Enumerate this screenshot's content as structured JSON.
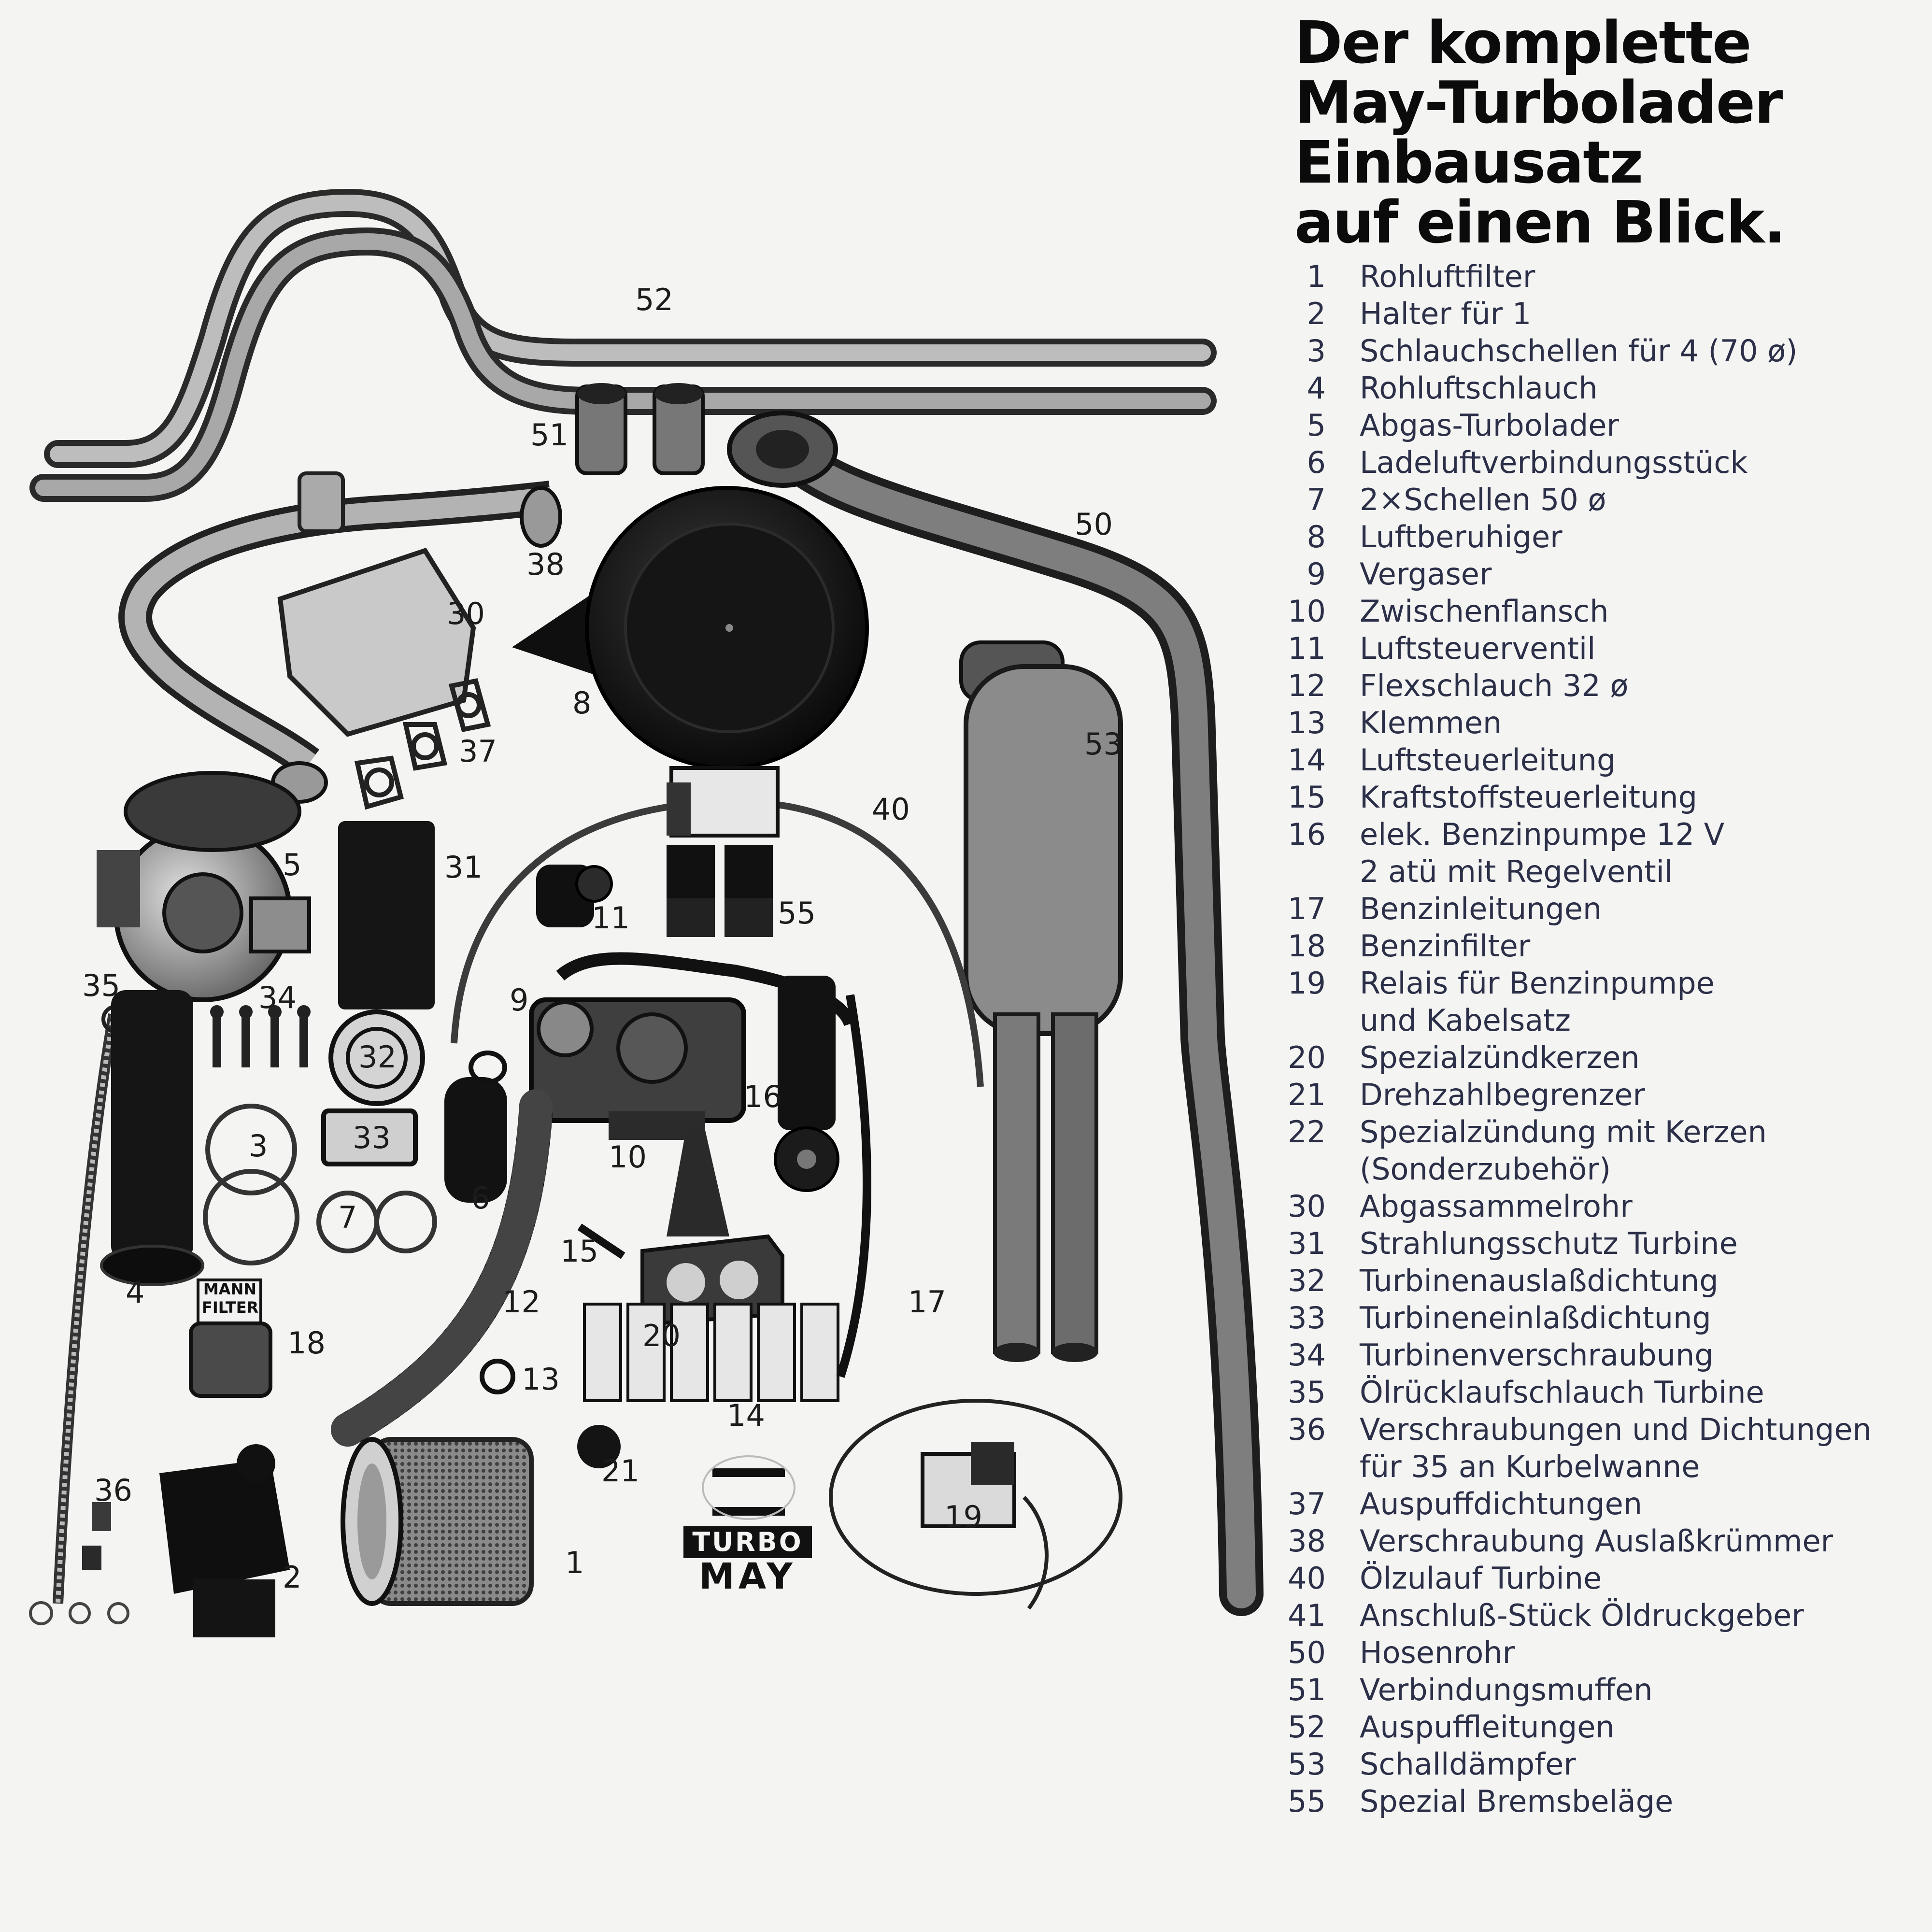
{
  "title": {
    "lines": [
      "Der komplette",
      "May-Turbolader",
      "Einbausatz",
      "auf einen Blick."
    ]
  },
  "legend": [
    {
      "n": "1",
      "label": "Rohluftfilter"
    },
    {
      "n": "2",
      "label": "Halter für 1"
    },
    {
      "n": "3",
      "label": "Schlauchschellen für 4 (70 ø)"
    },
    {
      "n": "4",
      "label": "Rohluftschlauch"
    },
    {
      "n": "5",
      "label": "Abgas-Turbolader"
    },
    {
      "n": "6",
      "label": "Ladeluftverbindungsstück"
    },
    {
      "n": "7",
      "label": "2×Schellen 50 ø"
    },
    {
      "n": "8",
      "label": "Luftberuhiger"
    },
    {
      "n": "9",
      "label": "Vergaser"
    },
    {
      "n": "10",
      "label": "Zwischenflansch"
    },
    {
      "n": "11",
      "label": "Luftsteuerventil"
    },
    {
      "n": "12",
      "label": "Flexschlauch 32 ø"
    },
    {
      "n": "13",
      "label": "Klemmen"
    },
    {
      "n": "14",
      "label": "Luftsteuerleitung"
    },
    {
      "n": "15",
      "label": "Kraftstoffsteuerleitung"
    },
    {
      "n": "16",
      "label": "elek. Benzinpumpe 12 V"
    },
    {
      "n": "",
      "label": "2 atü mit Regelventil"
    },
    {
      "n": "17",
      "label": "Benzinleitungen"
    },
    {
      "n": "18",
      "label": "Benzinfilter"
    },
    {
      "n": "19",
      "label": "Relais für Benzinpumpe"
    },
    {
      "n": "",
      "label": "und Kabelsatz"
    },
    {
      "n": "20",
      "label": "Spezialzündkerzen"
    },
    {
      "n": "21",
      "label": "Drehzahlbegrenzer"
    },
    {
      "n": "22",
      "label": "Spezialzündung mit Kerzen"
    },
    {
      "n": "",
      "label": "(Sonderzubehör)"
    },
    {
      "n": "30",
      "label": "Abgassammelrohr"
    },
    {
      "n": "31",
      "label": "Strahlungsschutz Turbine"
    },
    {
      "n": "32",
      "label": "Turbinenauslaßdichtung"
    },
    {
      "n": "33",
      "label": "Turbineneinlaßdichtung"
    },
    {
      "n": "34",
      "label": "Turbinenverschraubung"
    },
    {
      "n": "35",
      "label": "Ölrücklaufschlauch Turbine"
    },
    {
      "n": "36",
      "label": "Verschraubungen und Dichtungen"
    },
    {
      "n": "",
      "label": "für 35 an Kurbelwanne"
    },
    {
      "n": "37",
      "label": "Auspuffdichtungen"
    },
    {
      "n": "38",
      "label": "Verschraubung Auslaßkrümmer"
    },
    {
      "n": "40",
      "label": "Ölzulauf Turbine"
    },
    {
      "n": "41",
      "label": "Anschluß-Stück Öldruckgeber"
    },
    {
      "n": "50",
      "label": "Hosenrohr"
    },
    {
      "n": "51",
      "label": "Verbindungsmuffen"
    },
    {
      "n": "52",
      "label": "Auspuffleitungen"
    },
    {
      "n": "53",
      "label": "Schalldämpfer"
    },
    {
      "n": "55",
      "label": "Spezial Bremsbeläge"
    }
  ],
  "photo": {
    "callouts": [
      "52",
      "51",
      "50",
      "38",
      "30",
      "8",
      "37",
      "53",
      "40",
      "5",
      "31",
      "11",
      "55",
      "35",
      "34",
      "9",
      "32",
      "3",
      "33",
      "16",
      "6",
      "10",
      "7",
      "15",
      "4",
      "12",
      "20",
      "17",
      "18",
      "13",
      "14",
      "21",
      "36",
      "19",
      "2",
      "1"
    ],
    "filter_brand": [
      "MANN",
      "FILTER"
    ],
    "logo": [
      "TURBO",
      "MAY"
    ]
  }
}
